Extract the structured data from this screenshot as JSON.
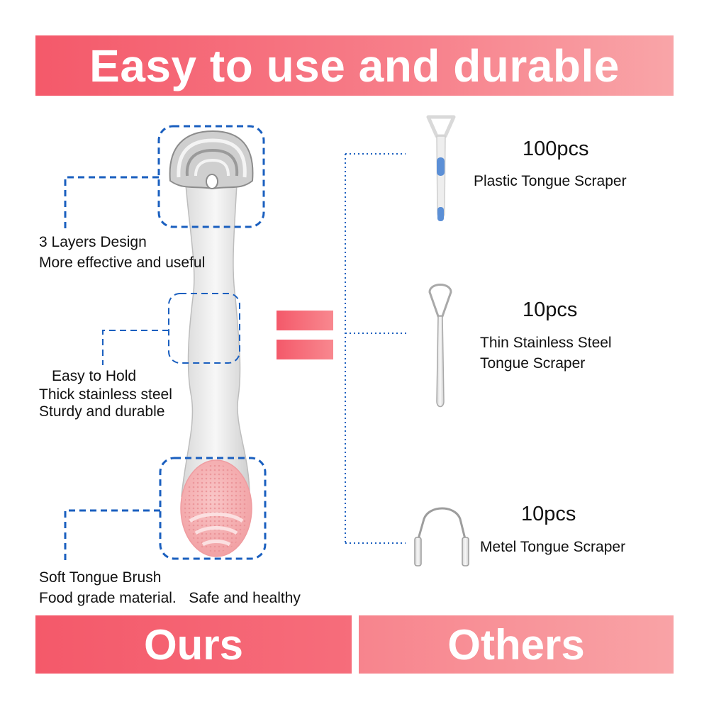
{
  "header": {
    "title": "Easy to use and durable"
  },
  "ours": {
    "label": "Ours",
    "callouts": [
      {
        "line1": "3 Layers Design",
        "line2": "More effective and useful"
      },
      {
        "line1": "Easy to Hold",
        "line2": "Thick stainless steel",
        "line3": "Sturdy and durable"
      },
      {
        "line1": "Soft Tongue Brush",
        "line2": "Food grade material.   Safe and healthy"
      }
    ]
  },
  "others": {
    "label": "Others",
    "items": [
      {
        "count": "100pcs",
        "line1": "Plastic Tongue Scraper"
      },
      {
        "count": "10pcs",
        "line1": "Thin Stainless Steel",
        "line2": "Tongue Scraper"
      },
      {
        "count": "10pcs",
        "line1": "Metel Tongue Scraper"
      }
    ]
  },
  "colors": {
    "banner_pink": "#f4596a",
    "callout_blue": "#1a5fbf",
    "brush_pink": "#f6b4b6"
  }
}
